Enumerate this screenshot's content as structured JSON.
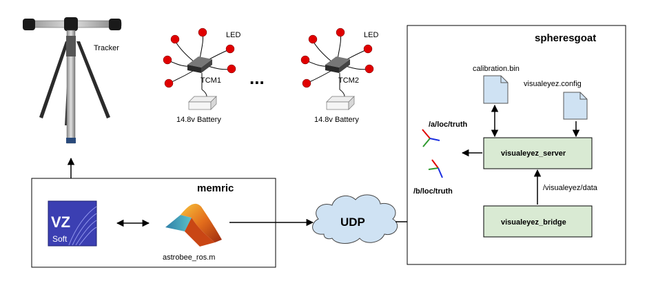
{
  "tracker": {
    "label": "Tracker"
  },
  "tcm1": {
    "led_label": "LED",
    "label": "TCM1",
    "battery_label": "14.8v Battery"
  },
  "ellipsis": "...",
  "tcm2": {
    "led_label": "LED",
    "label": "TCM2",
    "battery_label": "14.8v Battery"
  },
  "memric": {
    "title": "memric",
    "vzsoft_logo": {
      "line1": "VZ",
      "line2": "Soft"
    },
    "matlab_label": "astrobee_ros.m"
  },
  "udp_label": "UDP",
  "spheresgoat": {
    "title": "spheresgoat",
    "calibration_file": "calibration.bin",
    "config_file": "visualeyez.config",
    "server_node": "visualeyez_server",
    "bridge_node": "visualeyez_bridge",
    "data_topic": "/visualeyez/data",
    "topic_a": "/a/loc/truth",
    "topic_b": "/b/loc/truth"
  },
  "colors": {
    "node_fill": "#d9ead3",
    "led_red": "#e00000",
    "cloud_fill": "#cfe2f3",
    "vz_blue": "#3b3fb2",
    "axis_red": "#e00000",
    "axis_green": "#2e9a2e",
    "axis_blue": "#1a2ee0"
  }
}
